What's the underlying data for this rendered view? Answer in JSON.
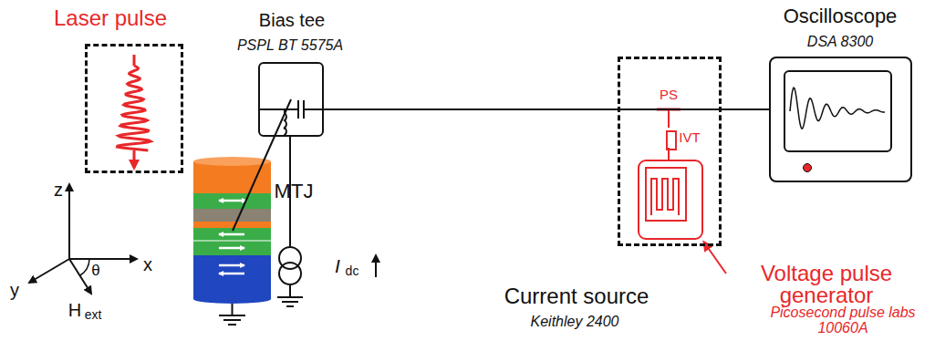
{
  "diagram": {
    "nodes": [
      {
        "text": [
          "Laser pulse"
        ]
      },
      {
        "text": [
          "MTJ"
        ]
      },
      {
        "text": [
          "Bias tee",
          "PSPL BT 5575A"
        ]
      },
      {
        "text": [
          "Current source",
          "Keithley 2400"
        ]
      },
      {
        "text": [
          "Voltage pulse generator",
          "Picosecond pulse labs 10060A"
        ]
      },
      {
        "text": [
          "IVT"
        ],
        "in": 4
      },
      {
        "text": [
          "Oscilloscope",
          "DSA 8300"
        ]
      }
    ],
    "edges": [
      {
        "from": 1,
        "to": 2,
        "arrow": "none"
      },
      {
        "from": 2,
        "to": 4,
        "arrow": "none"
      },
      {
        "from": 4,
        "to": 6,
        "arrow": "none"
      },
      {
        "from": 2,
        "to": 3,
        "arrow": "none"
      }
    ],
    "labels": [
      "PS",
      "z",
      "x",
      "y",
      "θ",
      "H",
      "ext",
      "I",
      "dc"
    ]
  }
}
